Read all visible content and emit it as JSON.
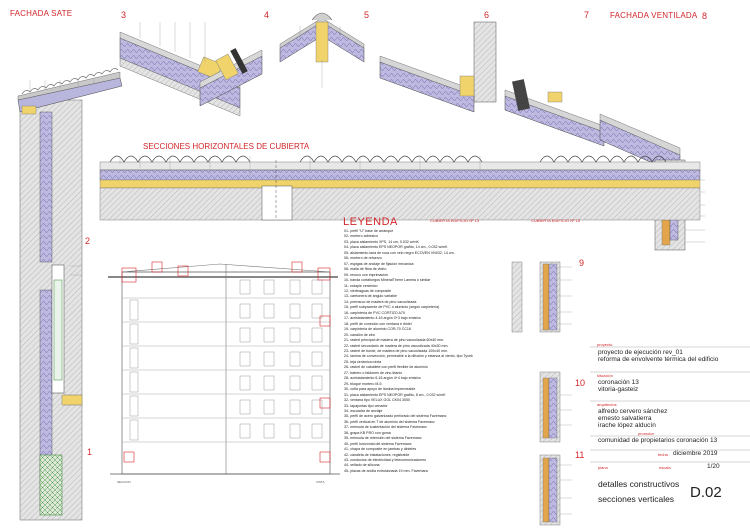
{
  "headers": {
    "sate": "FACHADA SATE",
    "ventilada": "FACHADA VENTILADA",
    "horizontal_sections": "SECCIONES HORIZONTALES DE CUBIERTA"
  },
  "detail_numbers": [
    "1",
    "2",
    "3",
    "4",
    "5",
    "6",
    "7",
    "8",
    "9",
    "10",
    "11"
  ],
  "legend": {
    "title": "LEYENDA",
    "items": [
      "01- perfil \"U\" base de arranque",
      "02- mortero adhesivo",
      "03- placa aislamiento XPS, 14 cm, 0.032 w/mK",
      "04- placa aislamiento EPS NEOPOR grafito, 14 cm., 0.032 w/mK",
      "05- aislamiento lana de roca con velo negro ECOVEN VN032, 14 cm.",
      "06- mortero de refuerzo",
      "07- espigas de anclaje de fijación mecánica",
      "08- malla de fibra de vidrio",
      "09- revoco con imprimación",
      "10- banda cortafuegos MineralTherm Lamela o similar",
      "11- rodapie cerámico",
      "12- vierteaguas de composite",
      "13- carrtonera de ángulo variable",
      "14- premarco de madera de pino vacuolizada",
      "15- perfil subyacente de PVC o aluminio (según carpintería)",
      "16- carpintería de PVC CORTIZO A70",
      "17- acristalamiento 4-16 argón 3+3 bajo emisivo",
      "18- perfil de conexión con ventana e dintel",
      "19- carpintería de aluminio COR-70 CC16",
      "20- canalón de zinc",
      "21- rastrel principal de madera de pino vacuolizada 60x40 mm.",
      "22- rastrel secundario de madera de pino vacuolizada 40x30 mm.",
      "23- rastrel de borde, de madera de pino vacuolizada 100x40 mm.",
      "24- lamina de convección, permeable a la difusión y estanca al viento, tipo Tyvek",
      "25- teja cerámica mixta",
      "26- rastrel de caballete con perfil flexible de aluminio",
      "27- babero o faldones de zinc-titanio",
      "28- acristalamiento 6-16 argón 4+4 bajo emisivo",
      "29- bloque mortero M-5",
      "30- cuña para apoyo de lámina impermeable",
      "31- placa aislamiento EPS NEOPOR grafito, 8 cm., 0.032 w/mK",
      "32- ventana tipo VELUX GGL CK04 3050",
      "33- tapajuntas tipo cenador",
      "34- escuadra de anclaje",
      "35- perfil de acero galvanizado perforado del sistema Favemanc",
      "36- perfil vertical en T de aluminio del sistema Favemanc",
      "37- ménsula de sustentación del sistema Favemanc",
      "38- grapa KB PRO con goma",
      "39- ménsula de retención del sistema Favemanc",
      "40- perfil horizontal del sistema Favemanc",
      "41- chapa de composite en jambas y dinteles",
      "42- canaleta de instalaciones, registrable",
      "43- conductos de electricidad y telecomunicaciones",
      "44- sellado de silicona",
      "45- placas de arcilla extrusionada 19 mm. Favemanc"
    ]
  },
  "roof_notes": {
    "n13": "CUBIERTA EDIFICIO Nº 13",
    "n15": "CUBIERTA EDIFICIO Nº 15"
  },
  "section_labels": {
    "left": "SECCION",
    "right": "VISTA"
  },
  "title_block": {
    "proyecto_label": "proyecto",
    "proyecto_line1": "proyecto de ejecución rev_01",
    "proyecto_line2": "reforma de envolvente térmica del edificio",
    "situacion_label": "situación",
    "situacion_line1": "coronación 13",
    "situacion_line2": "vitoria-gasteiz",
    "arquitectos_label": "arquitectos",
    "arq1": "alfredo cervero sánchez",
    "arq2": "ernesto salvatierra",
    "arq3": "irache lópez alducín",
    "promotor_label": "promotor",
    "promotor": "comunidad de propietarios coronación 13",
    "fecha_label": "fecha",
    "fecha": "diciembre 2019",
    "plano_label": "plano",
    "escala_label": "escala",
    "escala": "1/20",
    "plano_title1": "detalles constructivos",
    "plano_title2": "secciones verticales",
    "plano_code": "D.02"
  },
  "colors": {
    "accent": "#d2262a",
    "insulation": "#b9b6dd",
    "wood": "#f0d36a",
    "hatch": "#cfcfcf",
    "green": "#58b65a",
    "orange": "#e2a54c"
  }
}
